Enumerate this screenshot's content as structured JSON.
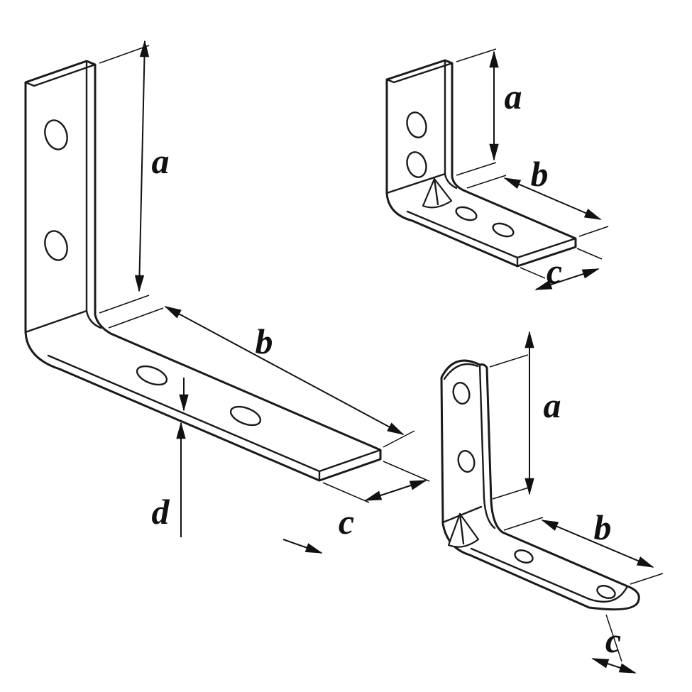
{
  "diagram": {
    "background_color": "#ffffff",
    "line_color": "#1a1a1a",
    "brackets": [
      {
        "id": "large-corner-brace",
        "holes_vertical_arm": 2,
        "holes_horizontal_arm": 2,
        "dims": {
          "a": "a",
          "b": "b",
          "c": "c",
          "d": "d"
        }
      },
      {
        "id": "corner-brace-with-rib",
        "holes_vertical_arm": 2,
        "holes_horizontal_arm": 2,
        "dims": {
          "a": "a",
          "b": "b",
          "c": "c"
        }
      },
      {
        "id": "rounded-corner-brace-with-rib",
        "holes_vertical_arm": 2,
        "holes_horizontal_arm": 2,
        "dims": {
          "a": "a",
          "b": "b",
          "c": "c"
        }
      }
    ]
  }
}
